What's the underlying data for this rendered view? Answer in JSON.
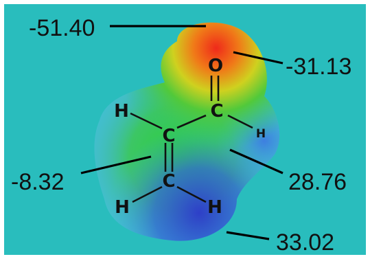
{
  "colors": {
    "background": "#29bdbd",
    "outer_frame": "#ffffff",
    "negative_potential": "#e8261c",
    "neutral_potential": "#2bc53a",
    "positive_potential": "#2a3fc4",
    "text": "#111111"
  },
  "atoms": {
    "oxygen": "O",
    "carbonyl_carbon": "C",
    "alpha_carbon": "C",
    "beta_carbon": "C",
    "h_alpha": "H",
    "h_aldehyde": "H",
    "h_beta_left": "H",
    "h_beta_right": "H"
  },
  "potentials": {
    "v1": "-51.40",
    "v2": "-31.13",
    "v3": "-8.32",
    "v4": "28.76",
    "v5": "33.02"
  }
}
